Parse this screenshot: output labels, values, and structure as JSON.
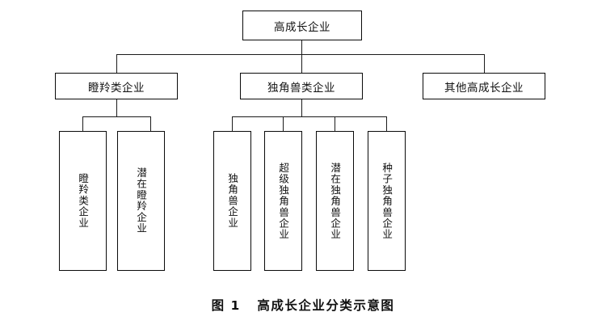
{
  "figure": {
    "caption": "图 1   高成长企业分类示意图",
    "caption_label": "图 1",
    "caption_title": "高成长企业分类示意图"
  },
  "diagram": {
    "type": "tree",
    "orientation": "top-down",
    "line_color": "#1b1b1b",
    "box_border_color": "#0a0a0a",
    "box_fill": "#ffffff",
    "text_color": "#111111",
    "root": {
      "label": "高成长企业"
    },
    "level2": [
      {
        "label": "瞪羚类企业"
      },
      {
        "label": "独角兽类企业"
      },
      {
        "label": "其他高成长企业"
      }
    ],
    "level3_gazelle": [
      {
        "label": "瞪羚类企业"
      },
      {
        "label": "潜在瞪羚企业"
      }
    ],
    "level3_unicorn": [
      {
        "label": "独角兽企业"
      },
      {
        "label": "超级独角兽企业"
      },
      {
        "label": "潜在独角兽企业"
      },
      {
        "label": "种子独角兽企业"
      }
    ]
  }
}
